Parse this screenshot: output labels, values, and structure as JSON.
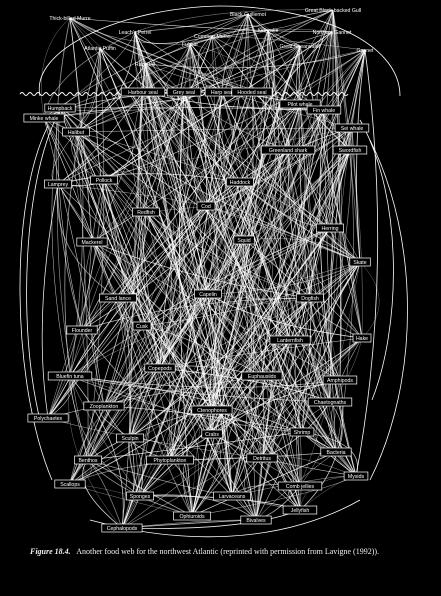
{
  "colors": {
    "background": "#000000",
    "ink": "#ffffff"
  },
  "figure": {
    "label": "Figure 18.4.",
    "caption": "Another food web for the northwest Atlantic (reprinted with permission from Lavigne (1992))."
  },
  "nodes": [
    "Thick-billed Murre",
    "Leach's Petrel",
    "Black Guillemot",
    "Great Black-backed Gull",
    "Northern Gannet",
    "Gannet",
    "Fulmar",
    "Razorbill",
    "Kittiwake",
    "Common Murre",
    "Atlantic Puffin",
    "Great Shearwater",
    "Harbour seal",
    "Grey seal",
    "Harp seal",
    "Hooded seal",
    "Pilot whale",
    "Fin whale",
    "Humpback",
    "Minke whale",
    "Sei whale",
    "Greenland shark",
    "Halibut",
    "Swordfish",
    "Cod",
    "Pollock",
    "Haddock",
    "Mackerel",
    "Squid",
    "Herring",
    "Lamprey",
    "Redfish",
    "Skate",
    "Capelin",
    "Sand lance",
    "Dogfish",
    "Flounder",
    "Cusk",
    "Hake",
    "Lanternfish",
    "Bluefin tuna",
    "Copepods",
    "Euphausiids",
    "Amphipods",
    "Zooplankton",
    "Ctenophores",
    "Chaetognaths",
    "Polychaetes",
    "Sculpin",
    "Crabs",
    "Shrimp",
    "Benthos",
    "Phytoplankton",
    "Detritus",
    "Bacteria",
    "Scallops",
    "Sponges",
    "Larvaceans",
    "Comb jellies",
    "Mysids",
    "Ophiuroids",
    "Bivalves",
    "Cephalopods",
    "Jellyfish"
  ]
}
